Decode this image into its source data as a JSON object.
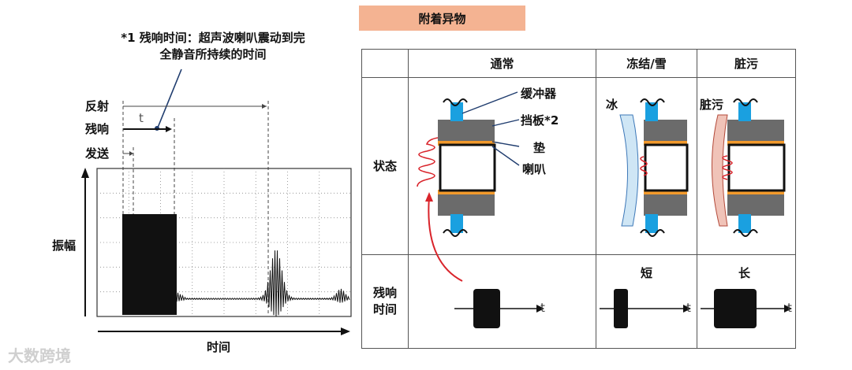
{
  "footnote": {
    "line1": "*1 残响时间：超声波喇叭震动到完",
    "line2": "全静音所持续的时间"
  },
  "left": {
    "timing_labels": {
      "reflect": "反射",
      "reverb": "残响",
      "send": "发送",
      "t": "t"
    },
    "y_axis_label": "振幅",
    "x_axis_label": "时间"
  },
  "right": {
    "title": "附着异物",
    "columns": [
      "通常",
      "冻结/雪",
      "脏污"
    ],
    "row_headers": {
      "state": "状态",
      "reverb_time": "残响\n时间"
    },
    "parts": {
      "buffer": "缓冲器",
      "baffle": "挡板*2",
      "pad": "垫",
      "horn": "喇叭"
    },
    "tags": {
      "ice": "冰",
      "dirt": "脏污"
    },
    "durations": {
      "short": "短",
      "long": "长"
    },
    "t_axis": "t"
  },
  "watermark": "大数跨境",
  "colors": {
    "accent": "#f4b392",
    "waveRed": "#d9242b",
    "buffer": "#1aa0e0",
    "pad": "#f39a2c",
    "housing": "#6b6b6b"
  }
}
